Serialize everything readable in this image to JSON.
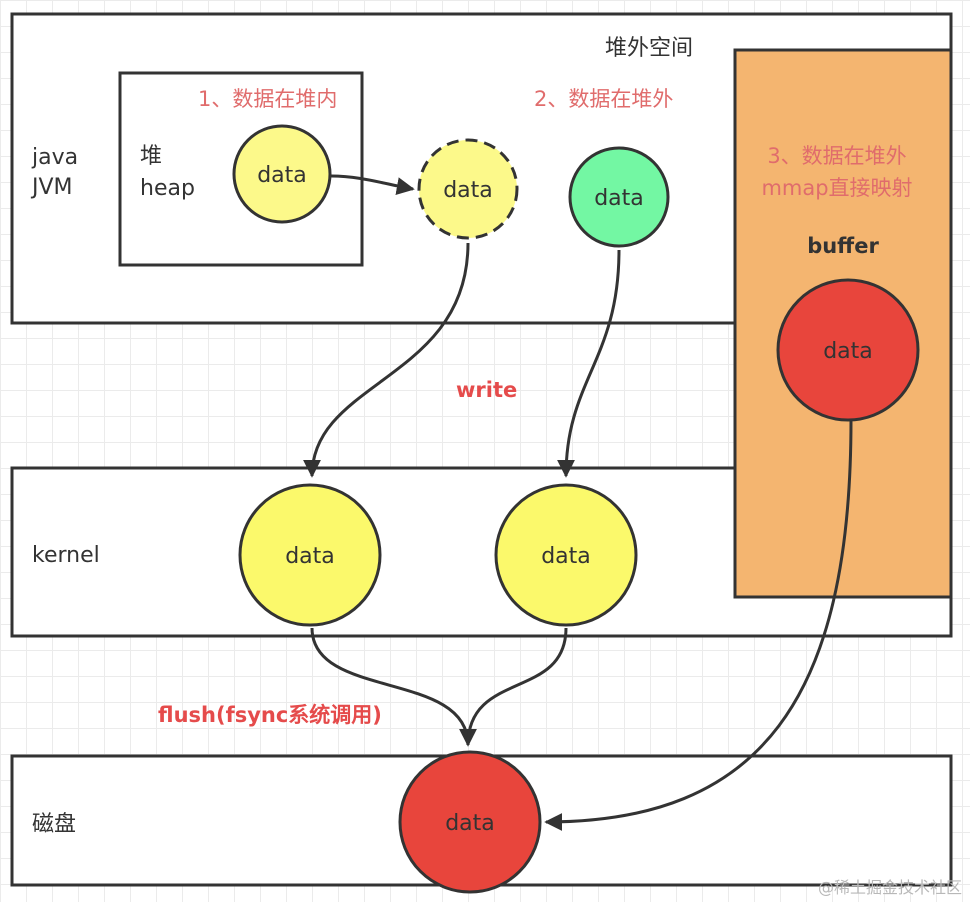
{
  "regions": {
    "offheap_title": "堆外空间",
    "jvm_label_line1": "java",
    "jvm_label_line2": "JVM",
    "heap_label_line1": "堆",
    "heap_label_line2": "heap",
    "kernel_label": "kernel",
    "disk_label": "磁盘",
    "buffer_label": "buffer"
  },
  "annotations": {
    "step1": "1、数据在堆内",
    "step2": "2、数据在堆外",
    "step3_line1": "3、数据在堆外",
    "step3_line2": "mmap直接映射",
    "write": "write",
    "flush": "flush(fsync系统调用)"
  },
  "nodes": {
    "heap_data": "data",
    "offheap_copy_data": "data",
    "offheap_data": "data",
    "buffer_data": "data",
    "kernel_data_1": "data",
    "kernel_data_2": "data",
    "disk_data": "data"
  },
  "colors": {
    "yellow": "#fcf98a",
    "yellow_kernel": "#fbf96b",
    "green": "#73f7a3",
    "red": "#e8453c",
    "orange": "#f4b570"
  },
  "watermark": "@稀土掘金技术社区"
}
